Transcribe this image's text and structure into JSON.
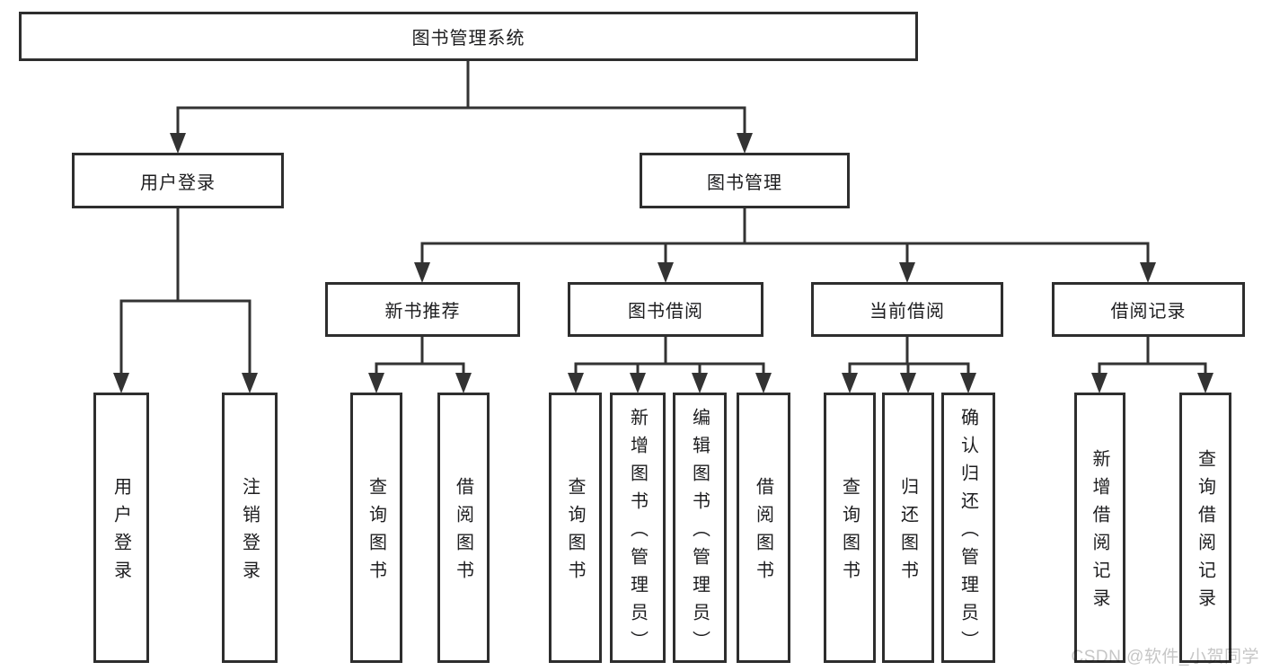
{
  "tree": {
    "label": "图书管理系统",
    "children": [
      {
        "label": "用户登录",
        "children": [
          {
            "label": "用户登录"
          },
          {
            "label": "注销登录"
          }
        ]
      },
      {
        "label": "图书管理",
        "children": [
          {
            "label": "新书推荐",
            "children": [
              {
                "label": "查询图书"
              },
              {
                "label": "借阅图书"
              }
            ]
          },
          {
            "label": "图书借阅",
            "children": [
              {
                "label": "查询图书"
              },
              {
                "label": "新增图书（管理员）"
              },
              {
                "label": "编辑图书（管理员）"
              },
              {
                "label": "借阅图书"
              }
            ]
          },
          {
            "label": "当前借阅",
            "children": [
              {
                "label": "查询图书"
              },
              {
                "label": "归还图书"
              },
              {
                "label": "确认归还（管理员）"
              }
            ]
          },
          {
            "label": "借阅记录",
            "children": [
              {
                "label": "新增借阅记录"
              },
              {
                "label": "查询借阅记录"
              }
            ]
          }
        ]
      }
    ]
  },
  "watermark": {
    "text": "CSDN @软件_小贺同学"
  },
  "colors": {
    "line": "#333333",
    "border": "#2e2e2e",
    "text": "#1d1d1f",
    "watermark": "#c6c6c6"
  }
}
